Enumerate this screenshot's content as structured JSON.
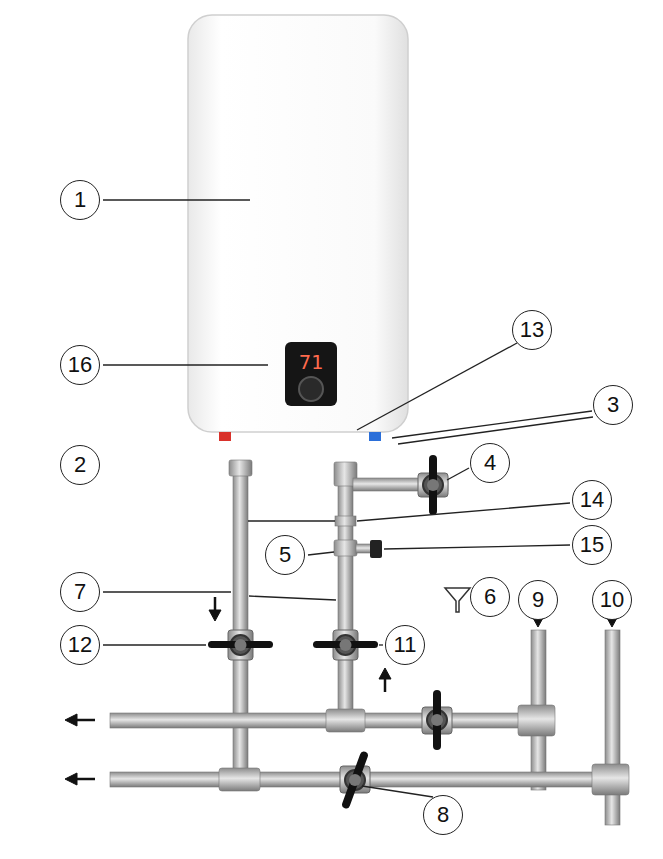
{
  "diagram": {
    "nodes": [
      {
        "text": [
          "1"
        ]
      },
      {
        "text": [
          "13"
        ]
      },
      {
        "text": [
          "16"
        ]
      },
      {
        "text": [
          "3"
        ]
      },
      {
        "text": [
          "2"
        ]
      },
      {
        "text": [
          "4"
        ]
      },
      {
        "text": [
          "14"
        ]
      },
      {
        "text": [
          "5"
        ]
      },
      {
        "text": [
          "15"
        ]
      },
      {
        "text": [
          "7"
        ]
      },
      {
        "text": [
          "6"
        ]
      },
      {
        "text": [
          "9"
        ]
      },
      {
        "text": [
          "10"
        ]
      },
      {
        "text": [
          "12"
        ]
      },
      {
        "text": [
          "11"
        ]
      },
      {
        "text": [
          "8"
        ]
      }
    ],
    "labels": [
      "71"
    ]
  }
}
